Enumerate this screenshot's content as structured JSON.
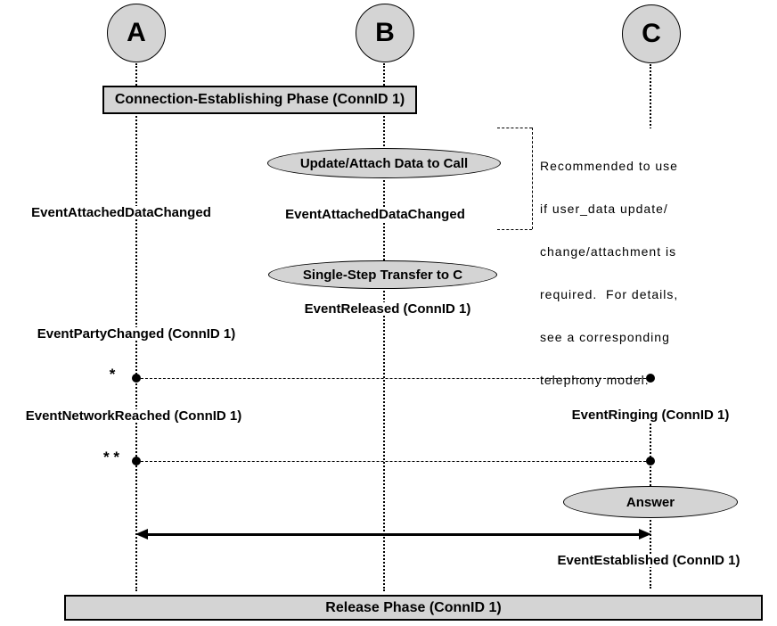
{
  "actors": [
    {
      "label": "A"
    },
    {
      "label": "B"
    },
    {
      "label": "C"
    }
  ],
  "phase_banner": {
    "label": "Connection-Establishing Phase (ConnID 1)"
  },
  "release_banner": {
    "label": "Release Phase (ConnID 1)"
  },
  "actions": [
    {
      "label": "Update/Attach Data to Call"
    },
    {
      "label": "Single-Step Transfer to C"
    },
    {
      "label": "Answer"
    }
  ],
  "events": [
    {
      "label": "EventAttachedDataChanged"
    },
    {
      "label": "EventAttachedDataChanged"
    },
    {
      "label": "EventReleased (ConnID 1)"
    },
    {
      "label": "EventPartyChanged (ConnID 1)"
    },
    {
      "label": "EventNetworkReached (ConnID 1)"
    },
    {
      "label": "EventRinging (ConnID 1)"
    },
    {
      "label": "EventEstablished (ConnID 1)"
    }
  ],
  "markers": {
    "single": "*",
    "double": "* *"
  },
  "note": {
    "lines": [
      "Recommended to use",
      "if user_data update/",
      "change/attachment is",
      "required.  For details,",
      "see a corresponding",
      "telephony model."
    ]
  },
  "colors": {
    "shape_fill": "#d4d4d4",
    "line": "#000000",
    "background": "#ffffff"
  }
}
